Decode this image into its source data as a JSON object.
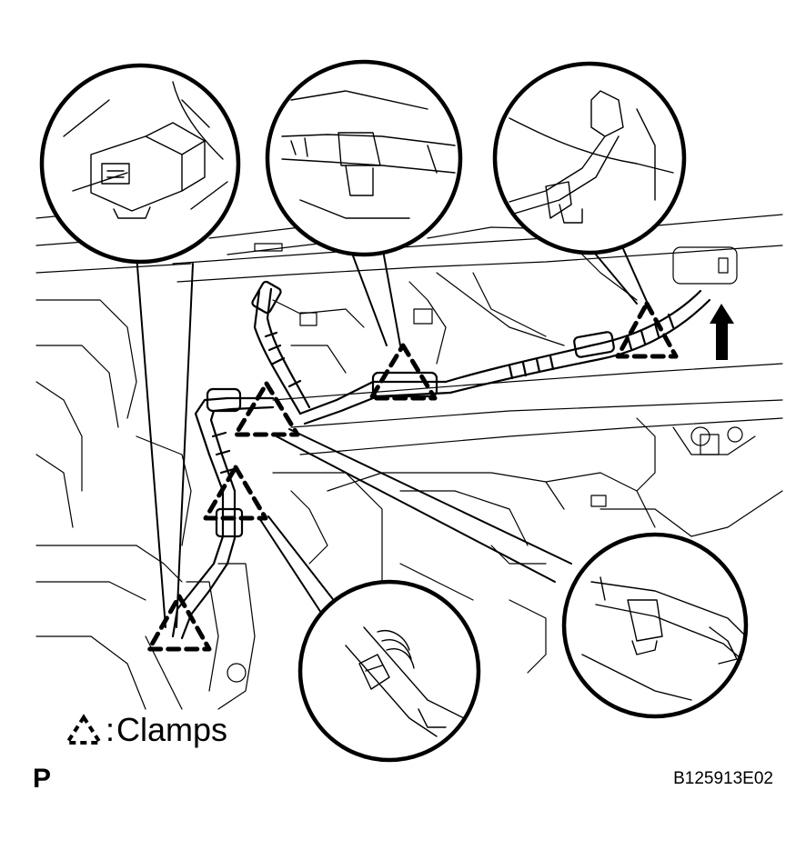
{
  "legend": {
    "symbol": "dashed-triangle-icon",
    "text": "Clamps"
  },
  "view_letter": "P",
  "figure_id": "B125913E02",
  "colors": {
    "ink": "#000000",
    "paper": "#ffffff"
  }
}
